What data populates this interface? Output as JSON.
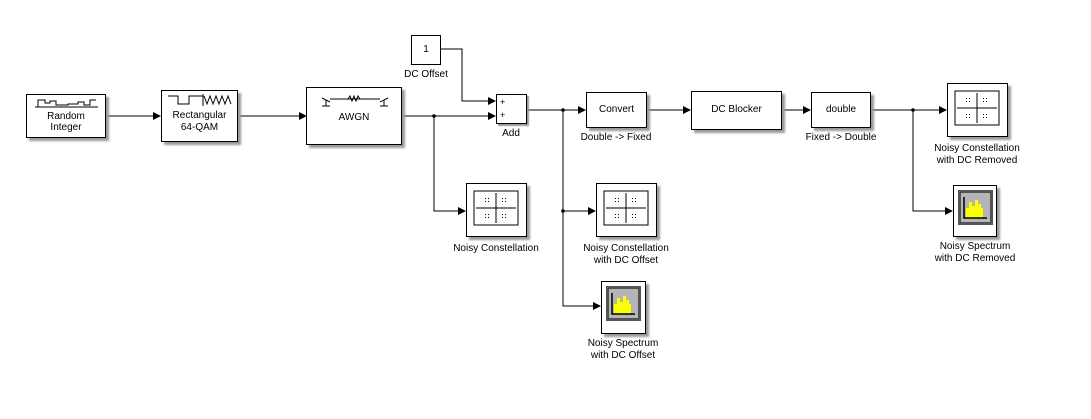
{
  "diagram": {
    "blocks": [
      {
        "id": "random-integer",
        "text_lines": [
          "Random",
          "Integer"
        ],
        "label": "",
        "icon": "random-integer-waveform-icon"
      },
      {
        "id": "rect-qam",
        "text_lines": [
          "Rectangular",
          "64-QAM"
        ],
        "label": "",
        "icon": "qam-modulator-waveform-icon"
      },
      {
        "id": "awgn",
        "text_lines": [
          "AWGN"
        ],
        "label": "",
        "icon": "awgn-channel-icon"
      },
      {
        "id": "dc-offset",
        "text_lines": [
          "1"
        ],
        "label": "DC Offset",
        "icon": ""
      },
      {
        "id": "add",
        "text_lines": [],
        "label": "Add",
        "ports": [
          "+",
          "+"
        ]
      },
      {
        "id": "convert",
        "text_lines": [
          "Convert"
        ],
        "label": "Double -> Fixed"
      },
      {
        "id": "dc-blocker",
        "text_lines": [
          "DC Blocker"
        ],
        "label": ""
      },
      {
        "id": "double",
        "text_lines": [
          "double"
        ],
        "label": "Fixed -> Double"
      },
      {
        "id": "noisy-constellation",
        "label_lines": [
          "Noisy Constellation"
        ],
        "icon": "constellation-scope-icon"
      },
      {
        "id": "noisy-constellation-dc-offset",
        "label_lines": [
          "Noisy Constellation",
          "with DC Offset"
        ],
        "icon": "constellation-scope-icon"
      },
      {
        "id": "noisy-spectrum-dc-offset",
        "label_lines": [
          "Noisy Spectrum",
          "with DC Offset"
        ],
        "icon": "spectrum-scope-icon"
      },
      {
        "id": "noisy-constellation-dc-removed",
        "label_lines": [
          "Noisy Constellation",
          "with DC Removed"
        ],
        "icon": "constellation-scope-icon"
      },
      {
        "id": "noisy-spectrum-dc-removed",
        "label_lines": [
          "Noisy Spectrum",
          "with DC Removed"
        ],
        "icon": "spectrum-scope-icon"
      }
    ],
    "connections": [
      {
        "from": "random-integer",
        "to": "rect-qam"
      },
      {
        "from": "rect-qam",
        "to": "awgn"
      },
      {
        "from": "awgn",
        "to": "add",
        "port": 2
      },
      {
        "from": "awgn",
        "to": "noisy-constellation"
      },
      {
        "from": "dc-offset",
        "to": "add",
        "port": 1
      },
      {
        "from": "add",
        "to": "convert"
      },
      {
        "from": "add",
        "to": "noisy-constellation-dc-offset"
      },
      {
        "from": "add",
        "to": "noisy-spectrum-dc-offset"
      },
      {
        "from": "convert",
        "to": "dc-blocker"
      },
      {
        "from": "dc-blocker",
        "to": "double"
      },
      {
        "from": "double",
        "to": "noisy-constellation-dc-removed"
      },
      {
        "from": "double",
        "to": "noisy-spectrum-dc-removed"
      }
    ],
    "colors": {
      "line": "#000000",
      "shadow": "#9a9a9a",
      "spectrum_bars": "#ffff00",
      "spectrum_bg": "#b4b4b4"
    }
  }
}
